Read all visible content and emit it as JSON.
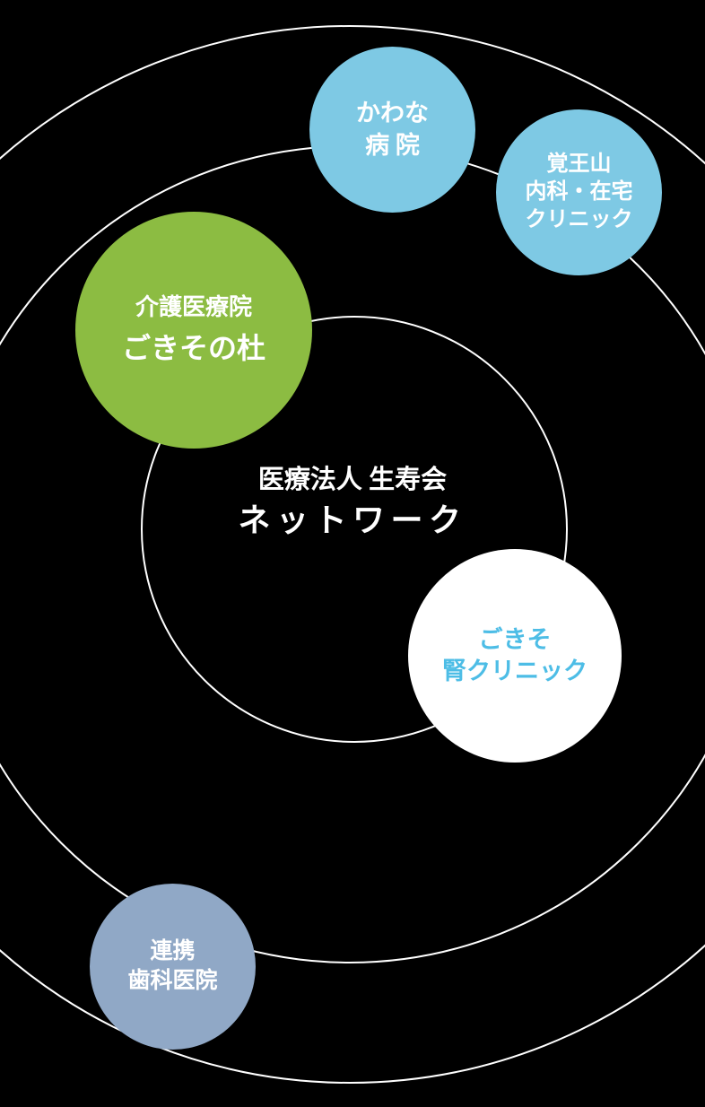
{
  "title": {
    "line1": "医療法人 生寿会",
    "line2": "ネットワーク",
    "color": "#ffffff"
  },
  "colors": {
    "background": "#000000",
    "ring_stroke": "#ffffff",
    "light_blue": "#7ec9e4",
    "green": "#8cbc42",
    "white": "#ffffff",
    "gray_blue": "#90a8c6",
    "accent_text_blue": "#4dbde6"
  },
  "nodes": [
    {
      "name": "kawana-hospital",
      "lines": [
        "かわな",
        "病 院"
      ],
      "fill": "#7ec9e4",
      "text_color": "#ffffff"
    },
    {
      "name": "kakuozan-naika-zaitaku-clinic",
      "lines": [
        "覚王山",
        "内科・在宅",
        "クリニック"
      ],
      "fill": "#7ec9e4",
      "text_color": "#ffffff"
    },
    {
      "name": "kaigo-iryoin-gokiso-no-mori",
      "lines": [
        "介護医療院",
        "ごきその杜"
      ],
      "fill": "#8cbc42",
      "text_color": "#ffffff"
    },
    {
      "name": "gokiso-jin-clinic",
      "lines": [
        "ごきそ",
        "腎クリニック"
      ],
      "fill": "#ffffff",
      "text_color": "#4dbde6"
    },
    {
      "name": "renkei-shika-iin",
      "lines": [
        "連携",
        "歯科医院"
      ],
      "fill": "#90a8c6",
      "text_color": "#ffffff"
    }
  ]
}
